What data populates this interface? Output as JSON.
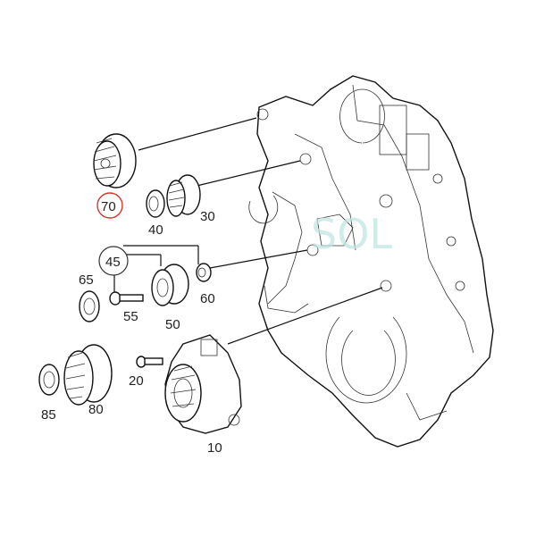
{
  "watermark": {
    "text": "SOL",
    "color": "#bfe6e2"
  },
  "highlight_color": "#d9342b",
  "callouts": {
    "c70": "70",
    "c40": "40",
    "c30": "30",
    "c45": "45",
    "c65": "65",
    "c55": "55",
    "c50": "50",
    "c60": "60",
    "c20": "20",
    "c85": "85",
    "c80": "80",
    "c10": "10"
  }
}
